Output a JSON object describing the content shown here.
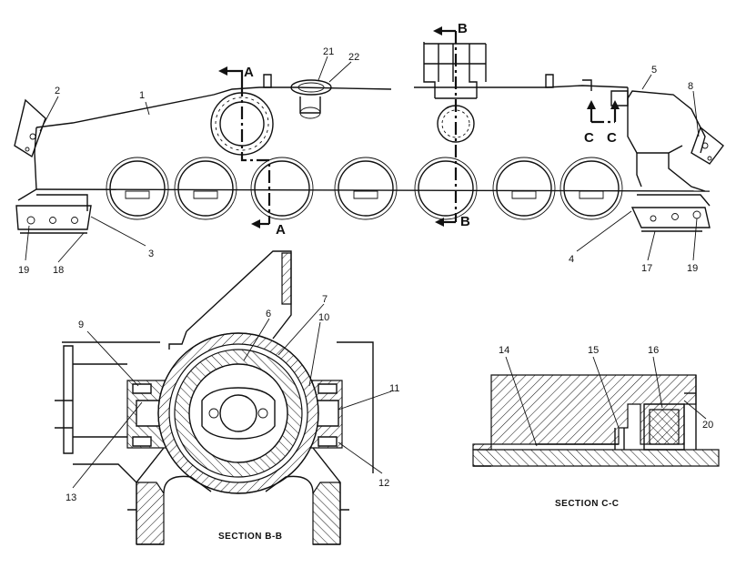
{
  "callouts": {
    "c1": "1",
    "c2": "2",
    "c3": "3",
    "c4": "4",
    "c5": "5",
    "c6": "6",
    "c7": "7",
    "c8": "8",
    "c9": "9",
    "c10": "10",
    "c11": "11",
    "c12": "12",
    "c13": "13",
    "c14": "14",
    "c15": "15",
    "c16": "16",
    "c17": "17",
    "c18": "18",
    "c19a": "19",
    "c19b": "19",
    "c20": "20",
    "c21": "21",
    "c22": "22"
  },
  "section_markers": {
    "a_top": "A",
    "a_bottom": "A",
    "b_top": "B",
    "b_bottom": "B",
    "c_left": "C",
    "c_right": "C"
  },
  "captions": {
    "section_bb": "SECTION  B-B",
    "section_cc": "SECTION  C-C"
  }
}
